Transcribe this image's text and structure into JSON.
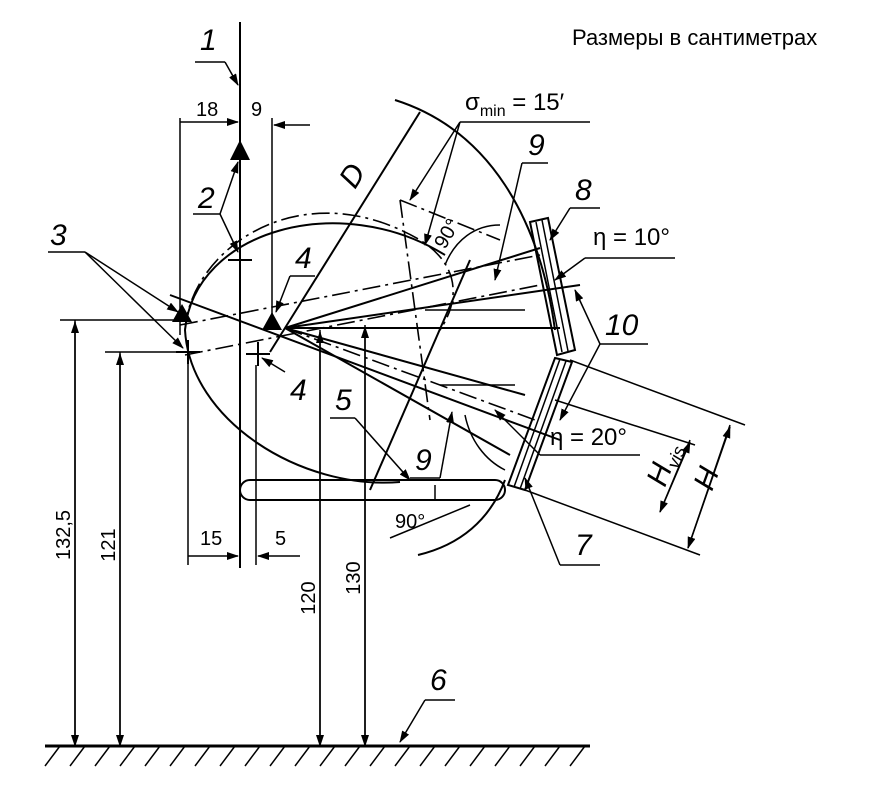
{
  "title": "Размеры в сантиметрах",
  "labels": {
    "l1": "1",
    "l2": "2",
    "l3": "3",
    "l4a": "4",
    "l4b": "4",
    "l5": "5",
    "l6": "6",
    "l7": "7",
    "l8": "8",
    "l9a": "9",
    "l9b": "9",
    "l10": "10"
  },
  "dims": {
    "d18": "18",
    "d9": "9",
    "d15": "15",
    "d5": "5",
    "d132_5": "132,5",
    "d121": "121",
    "d120": "120",
    "d130": "130",
    "D": "D",
    "a90top": "90°",
    "a90bot": "90°",
    "H": "H",
    "Hvis_main": "H",
    "Hvis_sub": "vis"
  },
  "angles": {
    "sigma": "σ",
    "sigma_sub": "min",
    "sigma_val": " = 15′",
    "eta10": "η = 10°",
    "eta20": "η = 20°"
  }
}
